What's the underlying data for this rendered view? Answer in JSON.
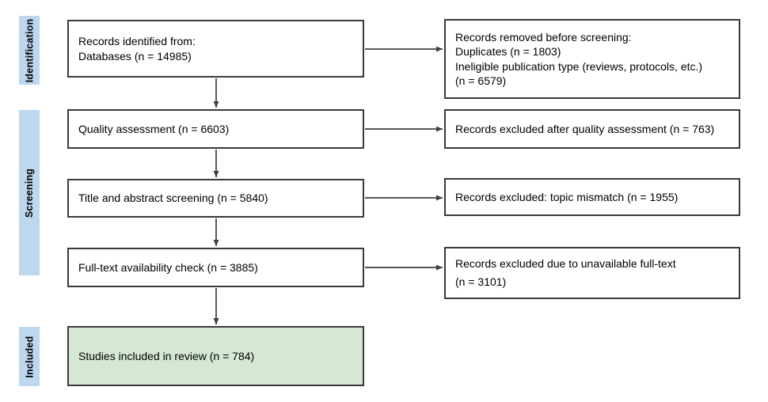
{
  "stages": [
    {
      "label": "Identification"
    },
    {
      "label": "Screening"
    },
    {
      "label": "Included"
    }
  ],
  "flow_boxes": [
    {
      "lines": [
        "Records identified from:",
        "Databases (n = 14985)"
      ]
    },
    {
      "lines": [
        "Quality assessment (n = 6603)"
      ]
    },
    {
      "lines": [
        "Title and abstract screening (n = 5840)"
      ]
    },
    {
      "lines": [
        "Full-text availability check (n = 3885)"
      ]
    },
    {
      "lines": [
        "Studies included in review (n = 784)"
      ]
    }
  ],
  "exclusion_boxes": [
    {
      "lines": [
        "Records removed before screening:",
        "Duplicates (n = 1803)",
        "Ineligible publication type (reviews, protocols, etc.)",
        "(n = 6579)"
      ]
    },
    {
      "lines": [
        "Records excluded after quality assessment (n = 763)"
      ]
    },
    {
      "lines": [
        "Records excluded: topic mismatch (n = 1955)"
      ]
    },
    {
      "lines": [
        "Records excluded due to unavailable full-text",
        "(n = 3101)"
      ]
    }
  ],
  "colors": {
    "stage_fill": "#BDD7EE",
    "included_fill": "#D5E8D4",
    "box_border": "#3A3A3A",
    "arrow": "#595959",
    "arrowhead": "#404040",
    "text": "#000000",
    "background": "#FFFFFF"
  }
}
